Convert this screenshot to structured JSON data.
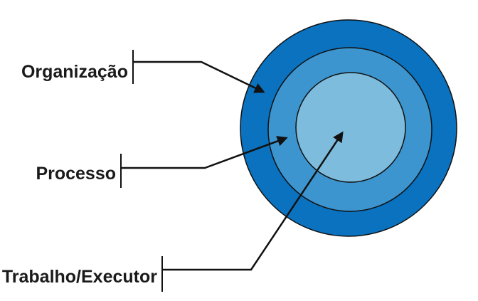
{
  "labels": {
    "organizacao": "Organização",
    "processo": "Processo",
    "trabalho": "Trabalho/Executor"
  },
  "colors": {
    "outer_ring": "#0a72bf",
    "middle_ring": "#3d95cf",
    "inner_circle": "#7ebcdd",
    "outline": "#111111",
    "text": "#1a1a1a"
  }
}
